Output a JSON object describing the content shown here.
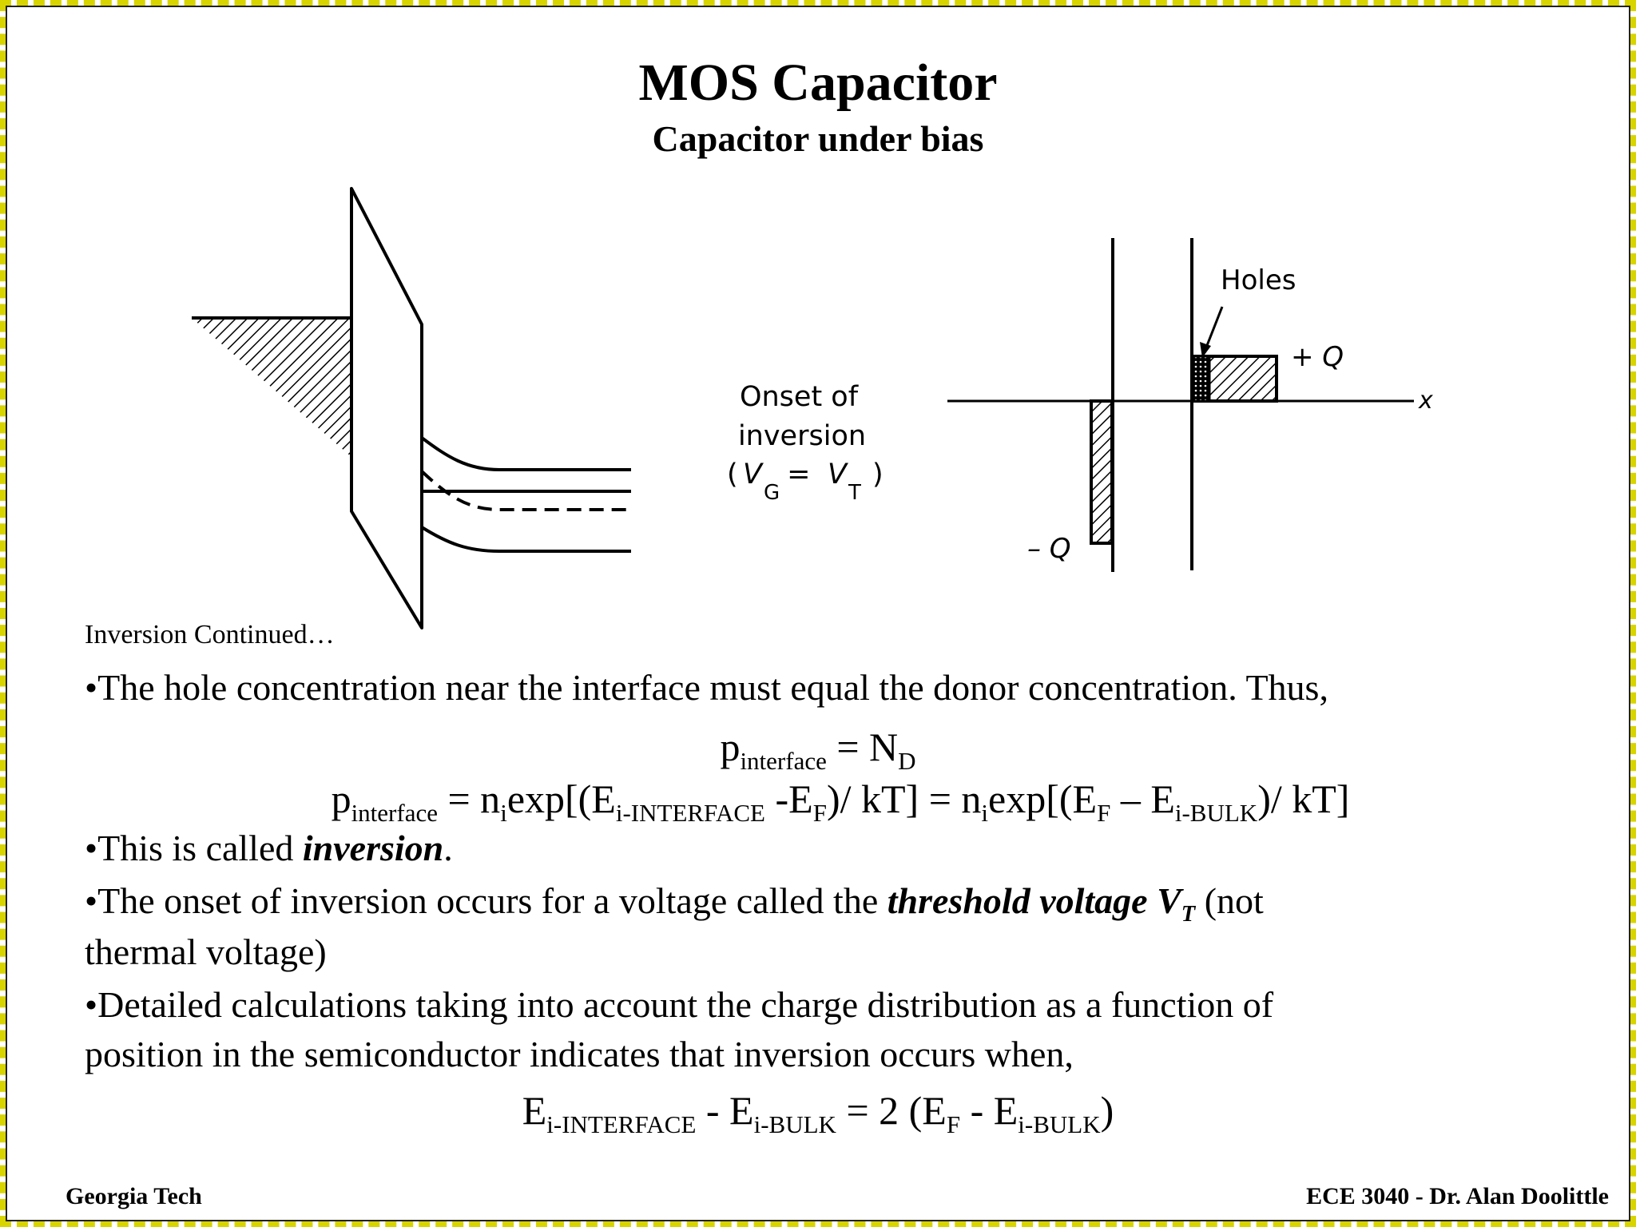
{
  "slide": {
    "title": "MOS Capacitor",
    "subtitle": "Capacitor under bias"
  },
  "figure": {
    "onset_line1": "Onset of",
    "onset_line2": "inversion",
    "vg_open": "(",
    "vg_V": "V",
    "vg_G": "G",
    "vg_eq": " = ",
    "vt_V": "V",
    "vt_T": "T",
    "vg_close": ")",
    "holes_label": "Holes",
    "plus_q": "+ Q",
    "minus_q": "– Q",
    "x_axis_label": "x"
  },
  "body": {
    "inversion_continued": "Inversion Continued…",
    "bullet1": "•The hole concentration near the interface must equal the donor concentration.  Thus,",
    "eq1": {
      "p": "p",
      "p_sub": "interface",
      "rest": " = N",
      "nd_sub": "D"
    },
    "eq2": {
      "p": "p",
      "p_sub": "interface",
      "a": " = n",
      "ni_sub": "i",
      "b": "exp[(E",
      "ei_sub": "i-INTERFACE",
      "c": " -E",
      "ef_sub": "F",
      "d": ")/ kT]  = n",
      "ni2_sub": "i",
      "e": "exp[(E",
      "ef2_sub": "F",
      "f": " – E",
      "eib_sub": "i-BULK",
      "g": ")/ kT]"
    },
    "bullet2_pre": "•This is called ",
    "bullet2_em": "inversion",
    "bullet2_post": ".",
    "bullet3_pre": "•The onset of inversion occurs for a voltage called the ",
    "bullet3_em": "threshold voltage V",
    "bullet3_em_sub": "T",
    "bullet3_post": " (not",
    "bullet3_line2": "thermal voltage)",
    "bullet4_line1": "•Detailed calculations taking into account the charge distribution as a function of",
    "bullet4_line2": "position in the semiconductor indicates that inversion occurs when,",
    "eq3": {
      "a": "E",
      "a_sub": "i-INTERFACE",
      "b": " - E",
      "b_sub": "i-BULK",
      "c": " = 2 (E",
      "c_sub": "F",
      "d": " - E",
      "d_sub": "i-BULK",
      "e": ")"
    }
  },
  "footer": {
    "left": "Georgia Tech",
    "right": "ECE 3040 - Dr. Alan Doolittle"
  }
}
